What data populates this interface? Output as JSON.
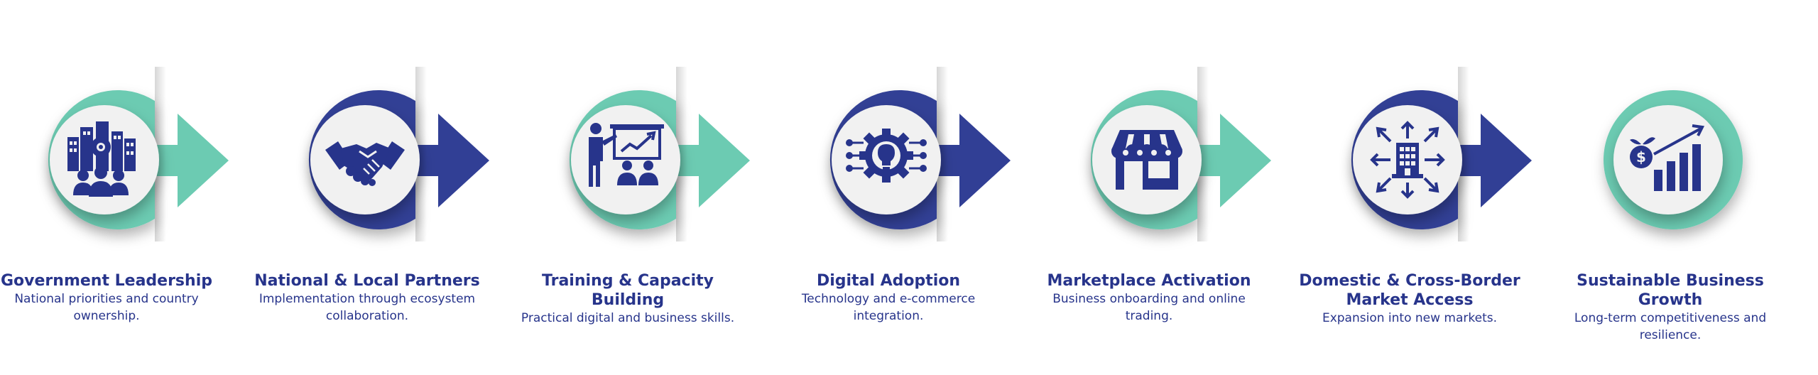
{
  "colors": {
    "teal": "#6ccbb2",
    "navy": "#313f95",
    "text": "#27348b",
    "disc": "#f1f1f1"
  },
  "steps": [
    {
      "title": "Government Leadership",
      "description": "National priorities and country ownership.",
      "icon": "government-leadership-icon",
      "color": "teal",
      "has_arrow": true
    },
    {
      "title": "National & Local Partners",
      "description": "Implementation through ecosystem collaboration.",
      "icon": "handshake-icon",
      "color": "navy",
      "has_arrow": true
    },
    {
      "title": "Training & Capacity Building",
      "description": "Practical digital and business skills.",
      "icon": "training-presentation-icon",
      "color": "teal",
      "has_arrow": true
    },
    {
      "title": "Digital Adoption",
      "description": "Technology and e-commerce integration.",
      "icon": "lightbulb-gear-icon",
      "color": "navy",
      "has_arrow": true
    },
    {
      "title": "Marketplace Activation",
      "description": "Business onboarding and online trading.",
      "icon": "storefront-icon",
      "color": "teal",
      "has_arrow": true
    },
    {
      "title": "Domestic & Cross-Border Market Access",
      "description": "Expansion into new markets.",
      "icon": "market-expansion-icon",
      "color": "navy",
      "has_arrow": true
    },
    {
      "title": "Sustainable Business Growth",
      "description": "Long-term competitiveness and resilience.",
      "icon": "growth-chart-icon",
      "color": "teal",
      "has_arrow": false
    }
  ]
}
